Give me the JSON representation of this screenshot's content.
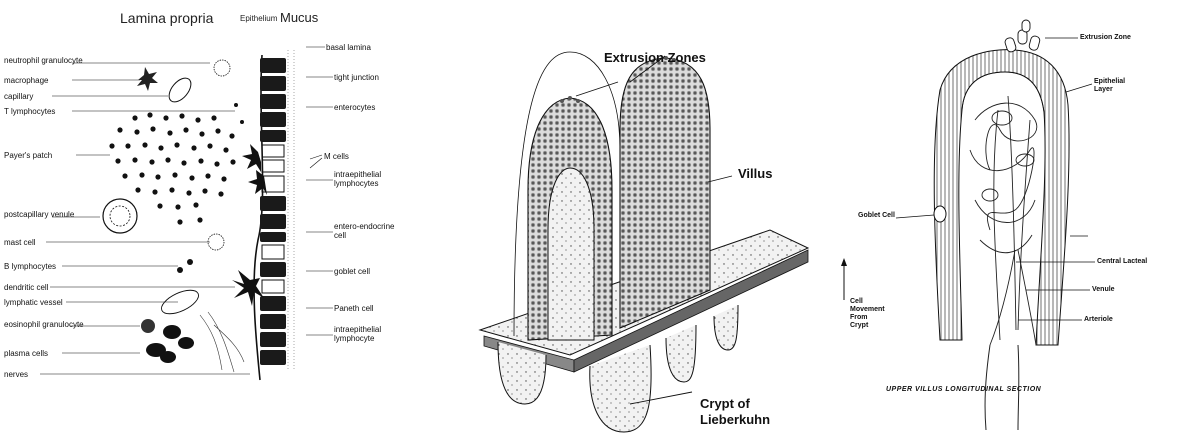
{
  "left_panel": {
    "headers": {
      "lamina_propria": "Lamina propria",
      "epithelium": "Epithelium",
      "mucus": "Mucus"
    },
    "left_labels": [
      "neutrophil granulocyte",
      "macrophage",
      "capillary",
      "T lymphocytes",
      "Payer's patch",
      "postcapillary venule",
      "mast cell",
      "B lymphocytes",
      "dendritic cell",
      "lymphatic vessel",
      "eosinophil granulocyte",
      "plasma cells",
      "nerves"
    ],
    "right_labels": [
      "basal lamina",
      "tight junction",
      "enterocytes",
      "M cells",
      "intraepithelial lymphocytes",
      "entero-endocrine cell",
      "goblet cell",
      "Paneth cell",
      "intraepithelial lymphocyte"
    ]
  },
  "middle_panel": {
    "extrusion_zones": "Extrusion Zones",
    "villus": "Villus",
    "crypt_line1": "Crypt of",
    "crypt_line2": "Lieberkuhn"
  },
  "right_panel": {
    "extrusion_zone": "Extrusion Zone",
    "epithelial_line1": "Epithelial",
    "epithelial_line2": "Layer",
    "goblet_cell": "Goblet Cell",
    "central_lacteal": "Central Lacteal",
    "venule": "Venule",
    "arteriole": "Arteriole",
    "cell_movement": [
      "Cell",
      "Movement",
      "From",
      "Crypt"
    ],
    "caption": "UPPER VILLUS LONGITUDINAL SECTION"
  }
}
